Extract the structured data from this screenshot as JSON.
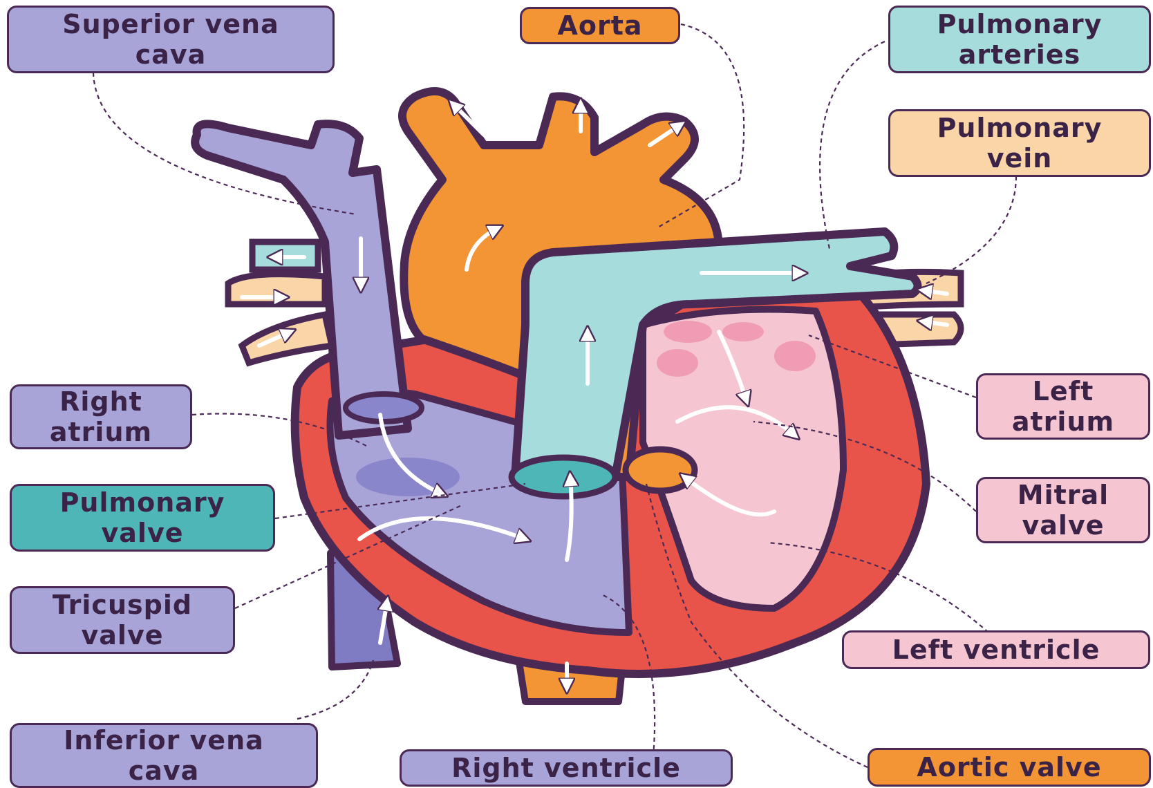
{
  "labels": {
    "superior_vena_cava": "Superior vena\ncava",
    "aorta": "Aorta",
    "pulmonary_arteries": "Pulmonary\narteries",
    "pulmonary_vein": "Pulmonary\nvein",
    "right_atrium": "Right\natrium",
    "left_atrium": "Left\natrium",
    "pulmonary_valve": "Pulmonary\nvalve",
    "mitral_valve": "Mitral\nvalve",
    "tricuspid_valve": "Tricuspid\nvalve",
    "left_ventricle": "Left ventricle",
    "inferior_vena_cava": "Inferior vena\ncava",
    "right_ventricle": "Right ventricle",
    "aortic_valve": "Aortic valve"
  },
  "colors": {
    "outline": "#4a2a55",
    "deoxygenated": "#a8a4d8",
    "oxygenated": "#f39435",
    "muscle": "#e8534a",
    "pulmonary": "#a6dcdc",
    "left_chambers": "#f5c6d2",
    "pulmonary_valve_box": "#4fb6b8",
    "pulmonary_vein_box": "#f9d5a8"
  }
}
